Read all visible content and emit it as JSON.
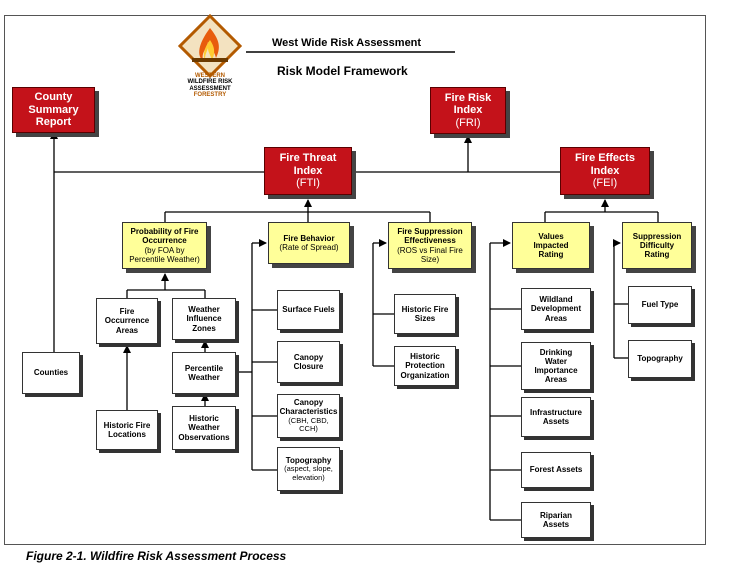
{
  "header": {
    "title": "West Wide Risk Assessment",
    "subtitle": "Risk Model Framework"
  },
  "logo": {
    "line1": "WESTERN",
    "line2": "WILDFIRE RISK",
    "line3": "ASSESSMENT",
    "line4": "FORESTRY"
  },
  "caption": "Figure 2-1.  Wildfire Risk Assessment Process",
  "nodes": {
    "county_summary": {
      "l1": "County",
      "l2": "Summary",
      "l3": "Report"
    },
    "fri": {
      "l1": "Fire Risk",
      "l2": "Index",
      "sub": "(FRI)"
    },
    "fti": {
      "l1": "Fire Threat",
      "l2": "Index",
      "sub": "(FTI)"
    },
    "fei": {
      "l1": "Fire Effects",
      "l2": "Index",
      "sub": "(FEI)"
    },
    "prob": {
      "l1": "Probability of Fire",
      "l2": "Occurrence",
      "sub1": "(by FOA by",
      "sub2": "Percentile Weather)"
    },
    "behavior": {
      "l1": "Fire Behavior",
      "sub": "(Rate of Spread)"
    },
    "suppression": {
      "l1": "Fire Suppression",
      "l2": "Effectiveness",
      "sub1": "(ROS vs Final Fire",
      "sub2": "Size)"
    },
    "values": {
      "l1": "Values",
      "l2": "Impacted",
      "l3": "Rating"
    },
    "supp_diff": {
      "l1": "Suppression",
      "l2": "Difficulty",
      "l3": "Rating"
    },
    "foa": {
      "l1": "Fire",
      "l2": "Occurrence",
      "l3": "Areas"
    },
    "wiz": {
      "l1": "Weather",
      "l2": "Influence",
      "l3": "Zones"
    },
    "counties": {
      "l1": "Counties"
    },
    "pct_weather": {
      "l1": "Percentile",
      "l2": "Weather"
    },
    "hist_fire_loc": {
      "l1": "Historic Fire",
      "l2": "Locations"
    },
    "hist_weather": {
      "l1": "Historic",
      "l2": "Weather",
      "l3": "Observations"
    },
    "surface_fuels": {
      "l1": "Surface Fuels"
    },
    "canopy_closure": {
      "l1": "Canopy",
      "l2": "Closure"
    },
    "canopy_char": {
      "l1": "Canopy",
      "l2": "Characteristics",
      "sub": "(CBH, CBD,",
      "sub2": "CCH)"
    },
    "topo_left": {
      "l1": "Topography",
      "sub": "(aspect, slope,",
      "sub2": "elevation)"
    },
    "hist_fire_sizes": {
      "l1": "Historic Fire",
      "l2": "Sizes"
    },
    "hist_protection": {
      "l1": "Historic",
      "l2": "Protection",
      "l3": "Organization"
    },
    "wildland": {
      "l1": "Wildland",
      "l2": "Development",
      "l3": "Areas"
    },
    "drinking": {
      "l1": "Drinking",
      "l2": "Water",
      "l3": "Importance",
      "l4": "Areas"
    },
    "infrastructure": {
      "l1": "Infrastructure",
      "l2": "Assets"
    },
    "forest": {
      "l1": "Forest Assets"
    },
    "riparian": {
      "l1": "Riparian",
      "l2": "Assets"
    },
    "fuel_type": {
      "l1": "Fuel Type"
    },
    "topo_right": {
      "l1": "Topography"
    }
  }
}
